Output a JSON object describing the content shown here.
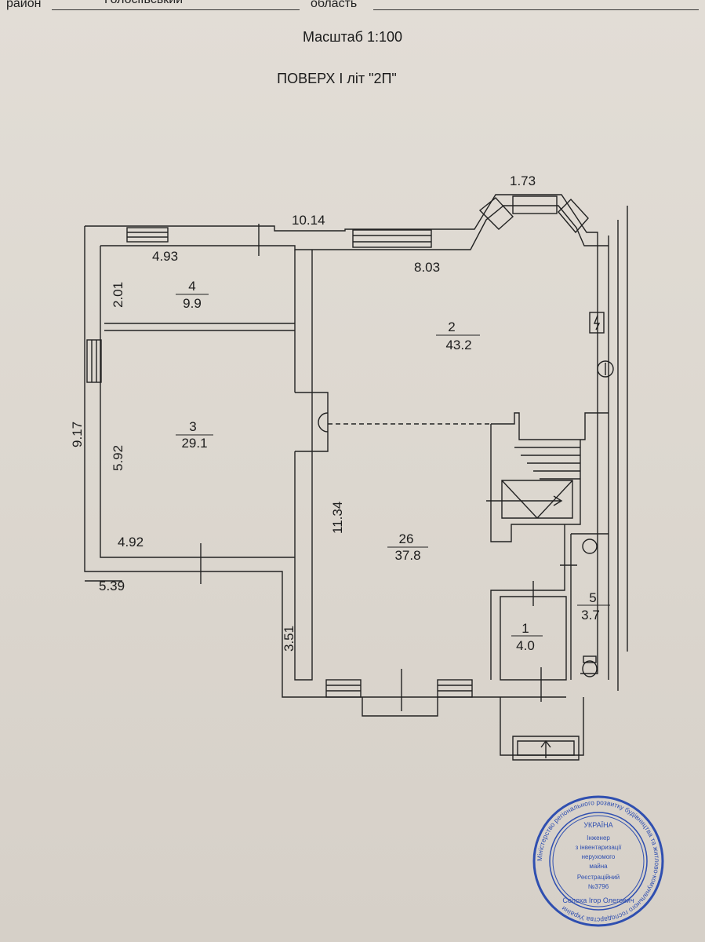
{
  "header": {
    "district_label": "район",
    "district_value": "Голосіївський",
    "region_label": "область"
  },
  "scale": "Масштаб 1:100",
  "floor_title": "ПОВЕРХ І літ \"2П\"",
  "dimensions": {
    "top_width": "10.14",
    "bay_width": "1.73",
    "room4_width": "4.93",
    "room4_depth": "2.01",
    "room2_width": "8.03",
    "left_height": "9.17",
    "room3_depth": "5.92",
    "room26_depth": "11.34",
    "room3_width": "4.92",
    "bottom_left_width": "5.39",
    "offset_height": "3.51"
  },
  "rooms": [
    {
      "number": "4",
      "area": "9.9"
    },
    {
      "number": "2",
      "area": "43.2"
    },
    {
      "number": "3",
      "area": "29.1"
    },
    {
      "number": "26",
      "area": "37.8"
    },
    {
      "number": "5",
      "area": "3.7"
    },
    {
      "number": "1",
      "area": "4.0"
    }
  ],
  "stamp": {
    "outer_text": "Міністерство регіонального розвитку будівництва та житлово-комунального господарства України",
    "country": "УКРАЇНА",
    "role_1": "Інженер",
    "role_2": "з інвентаризації",
    "role_3": "нерухомого",
    "role_4": "майна",
    "reg_label": "Реєстраційний",
    "reg_number": "№3796",
    "name": "Солоха Ігор Олегович"
  }
}
